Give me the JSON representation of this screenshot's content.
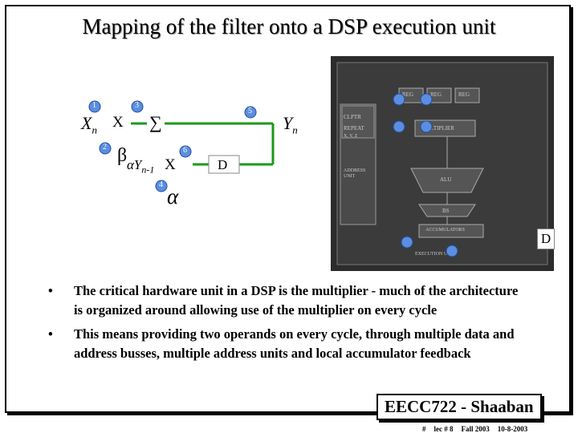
{
  "title": "Mapping of the filter onto a DSP execution unit",
  "diagram": {
    "xn": "X",
    "xn_sub": "n",
    "mult": "X",
    "sum": "∑",
    "yn": "Y",
    "yn_sub": "n",
    "beta": "β",
    "alpha_y": "αY",
    "alpha_y_sub": "n-1",
    "mult2": "X",
    "delay": "D",
    "alpha": "α",
    "delay2": "D",
    "circles": [
      "1",
      "2",
      "3",
      "4",
      "5",
      "6"
    ]
  },
  "photo_labels": {
    "clptr": "CLPTR",
    "repeat": "REPEAT",
    "xyz": "X, Y, Z",
    "addr": "ADDRESS UNIT",
    "reg1": "REG",
    "reg2": "REG",
    "reg3": "REG",
    "multiplier": "MULTIPLIER",
    "alu": "ALU",
    "bs": "BS",
    "acc": "ACCUMULATORS",
    "exec": "EXECUTION UNIT"
  },
  "bullets": [
    "The critical hardware unit in a DSP is the multiplier - much of the architecture is organized around allowing use of the multiplier on every cycle",
    "This means providing two operands on every cycle, through multiple data and address busses, multiple address units and local accumulator feedback"
  ],
  "badge": "EECC722 - Shaaban",
  "footer": [
    "#",
    "lec # 8",
    "Fall 2003",
    "10-8-2003"
  ],
  "colors": {
    "wire": "#1a9a1a",
    "circle": "#5b8ee0"
  }
}
